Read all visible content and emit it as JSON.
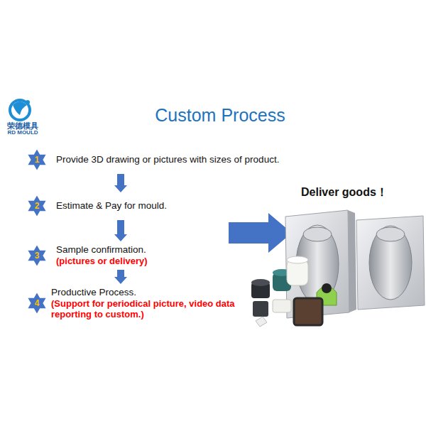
{
  "diagram": {
    "title": "Custom Process",
    "nodes": [
      {
        "text": [
          "1",
          "Provide 3D drawing or pictures with sizes of product."
        ]
      },
      {
        "text": [
          "2",
          "Estimate & Pay for mould."
        ]
      },
      {
        "text": [
          "3",
          "Sample confirmation.",
          "(pictures or delivery)"
        ]
      },
      {
        "text": [
          "4",
          "Productive Process.",
          "(Support for periodical picture, video data reporting to custom.)"
        ]
      }
    ],
    "edges": [
      {
        "from": 0,
        "to": 1,
        "arrow": "to"
      },
      {
        "from": 1,
        "to": 2,
        "arrow": "to"
      },
      {
        "from": 2,
        "to": 3,
        "arrow": "to"
      }
    ],
    "labels": [
      "荣德模具",
      "RD MOULD",
      "Deliver goods！"
    ]
  }
}
